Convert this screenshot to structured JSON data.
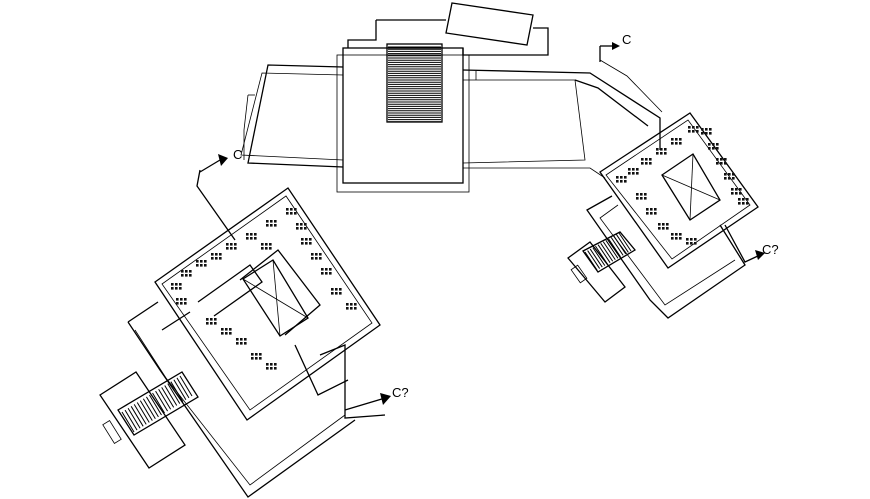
{
  "drawing": {
    "section_markers": [
      {
        "id": "top-right",
        "text": "C"
      },
      {
        "id": "left",
        "text": "C"
      },
      {
        "id": "bottom-center",
        "text": "C?"
      },
      {
        "id": "right",
        "text": "C?"
      }
    ],
    "colors": {
      "line": "#000000",
      "background": "#ffffff"
    }
  }
}
